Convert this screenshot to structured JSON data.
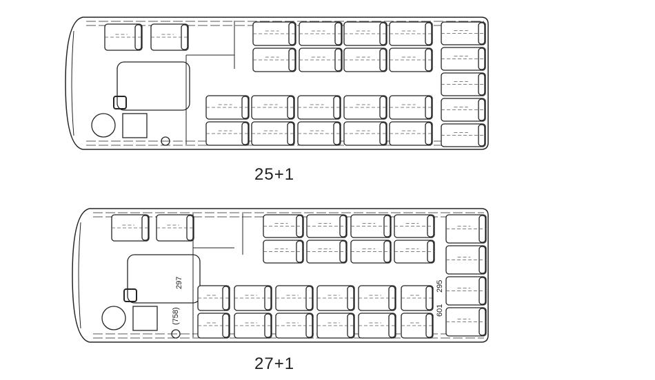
{
  "layouts": [
    {
      "caption": "25+1",
      "dimensions": []
    },
    {
      "caption": "27+1",
      "dimensions": [
        "297",
        "(758)",
        "295",
        "601"
      ]
    }
  ],
  "colors": {
    "line": "#222222",
    "dash": "#555555",
    "background": "#ffffff"
  }
}
